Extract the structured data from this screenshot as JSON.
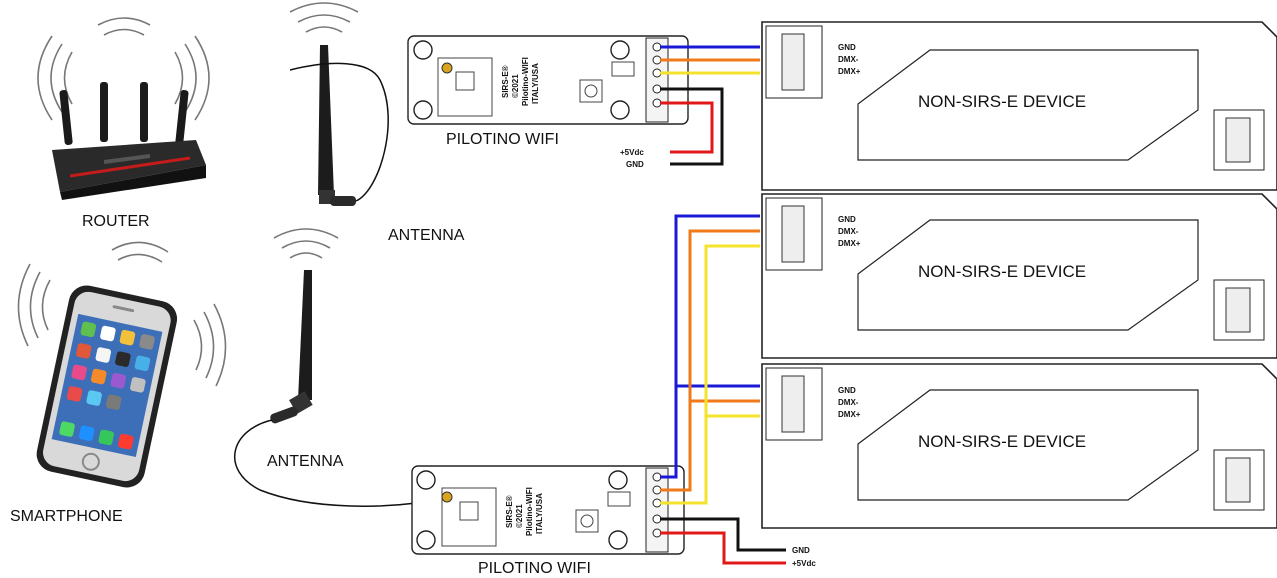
{
  "labels": {
    "router": "ROUTER",
    "smartphone": "SMARTPHONE",
    "antenna_top": "ANTENNA",
    "antenna_bottom": "ANTENNA",
    "pilotino_top": "PILOTINO WIFI",
    "pilotino_bottom": "PILOTINO WIFI"
  },
  "pcb_text": {
    "line1": "SIRS-E®",
    "line2": "©2021",
    "line3": "Pilotino-WIFI",
    "line4": "ITALY/USA"
  },
  "power_top": {
    "v5": "+5Vdc",
    "gnd": "GND"
  },
  "power_bottom": {
    "gnd": "GND",
    "v5": "+5Vdc"
  },
  "devices": [
    {
      "name": "NON-SIRS-E DEVICE",
      "pins": [
        "GND",
        "DMX-",
        "DMX+"
      ]
    },
    {
      "name": "NON-SIRS-E DEVICE",
      "pins": [
        "GND",
        "DMX-",
        "DMX+"
      ]
    },
    {
      "name": "NON-SIRS-E DEVICE",
      "pins": [
        "GND",
        "DMX-",
        "DMX+"
      ]
    }
  ],
  "wire_colors": {
    "gnd_data": "#1a1ad6",
    "dmx_minus": "#f07a1a",
    "dmx_plus": "#f5e22a",
    "power_pos": "#e01818",
    "power_gnd": "#111111"
  }
}
